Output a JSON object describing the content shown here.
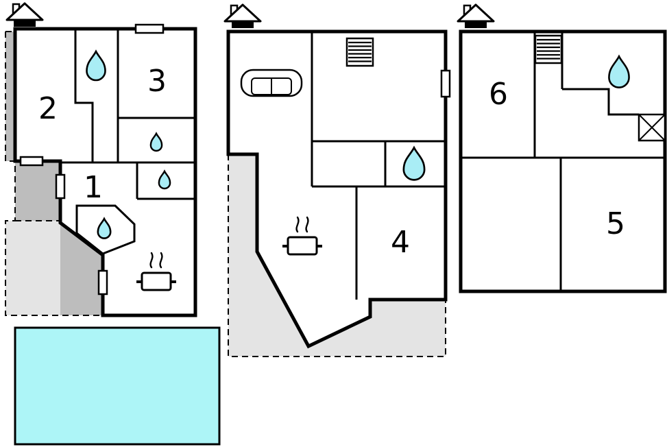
{
  "rooms": {
    "r1": "1",
    "r2": "2",
    "r3": "3",
    "r4": "4",
    "r5": "5",
    "r6": "6"
  },
  "colors": {
    "water_drop": "#a9edf5",
    "pool": "#adf5f7",
    "terrace_light": "#e4e4e4",
    "terrace_medium": "#bdbdbd",
    "outline": "#000000"
  },
  "icons": {
    "house_level": "house-level-icon",
    "water_drop": "water-drop-icon",
    "sofa": "sofa-icon",
    "stove": "stove-icon",
    "stairs": "stairs-icon",
    "shower": "shower-icon",
    "window": "window-marker",
    "pool": "swimming-pool"
  }
}
